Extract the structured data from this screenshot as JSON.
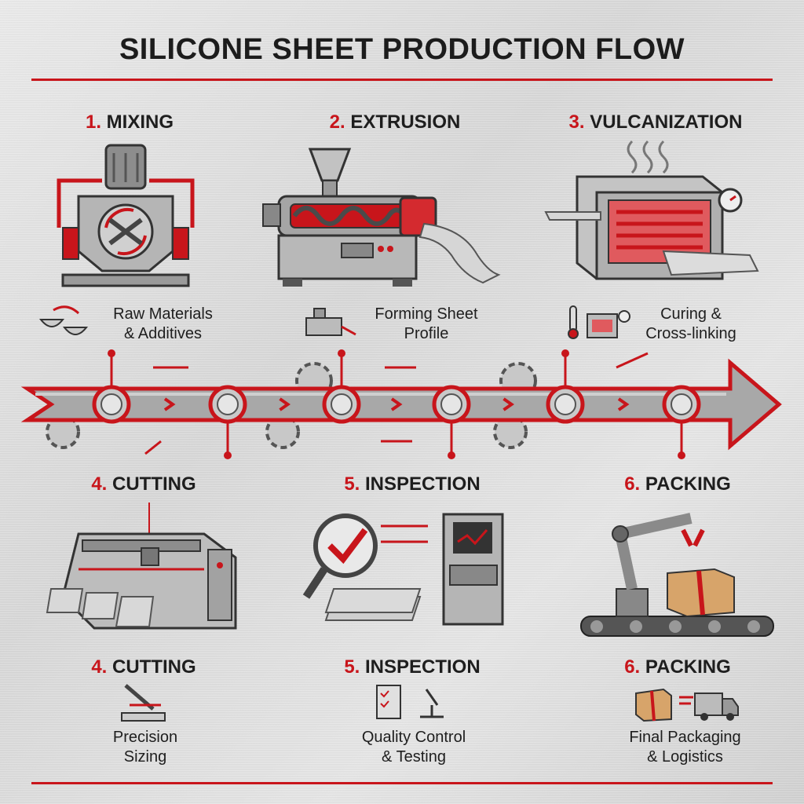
{
  "title": "SILICONE SHEET PRODUCTION FLOW",
  "colors": {
    "accent": "#c8151b",
    "metal": "#9a9a9a",
    "dark": "#3a3a3a"
  },
  "steps": [
    {
      "num": "1.",
      "name": "MIXING",
      "lines": [
        "Raw Materials",
        "& Additives"
      ],
      "icon": "mixer-machine-icon"
    },
    {
      "num": "2.",
      "name": "EXTRUSION",
      "lines": [
        "Forming Sheet",
        "Profile"
      ],
      "icon": "extruder-machine-icon"
    },
    {
      "num": "3.",
      "name": "VULCANIZATION",
      "lines": [
        "Curing &",
        "Cross-linking"
      ],
      "icon": "curing-oven-icon"
    },
    {
      "num": "4.",
      "name": "CUTTING",
      "lines": [
        "Precision",
        "Sizing"
      ],
      "icon": "cutting-machine-icon"
    },
    {
      "num": "5.",
      "name": "INSPECTION",
      "lines": [
        "Quality Control",
        "& Testing"
      ],
      "icon": "inspection-station-icon"
    },
    {
      "num": "6.",
      "name": "PACKING",
      "lines": [
        "Final Packaging",
        "& Logistics"
      ],
      "icon": "robot-arm-packing-icon"
    }
  ]
}
